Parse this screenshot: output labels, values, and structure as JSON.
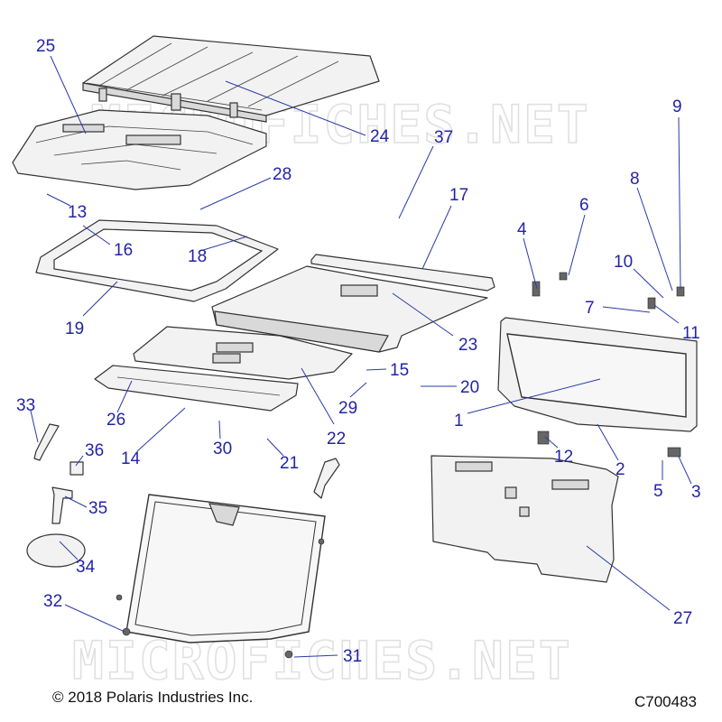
{
  "watermark": "MICROFICHES.NET",
  "copyright": "© 2018 Polaris Industries Inc.",
  "figure_code": "C700483",
  "callouts": [
    "25",
    "24",
    "37",
    "9",
    "13",
    "28",
    "17",
    "8",
    "4",
    "6",
    "16",
    "18",
    "10",
    "19",
    "7",
    "11",
    "23",
    "15",
    "20",
    "29",
    "22",
    "1",
    "33",
    "26",
    "14",
    "30",
    "21",
    "12",
    "36",
    "2",
    "5",
    "3",
    "35",
    "34",
    "27",
    "32",
    "31"
  ],
  "colors": {
    "callout": "#2323a8",
    "line_art": "#333333"
  }
}
